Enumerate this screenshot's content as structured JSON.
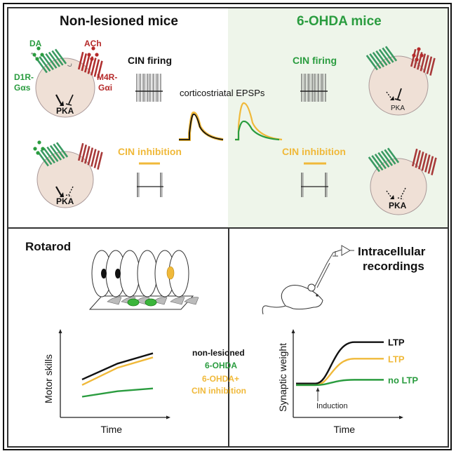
{
  "colors": {
    "black": "#111111",
    "green": "#2a9c3f",
    "receptor_green": "#3a9a62",
    "red": "#b52a2a",
    "yellow": "#f0b93a",
    "cell_fill": "#efe0d6",
    "lesion_bg": "#eef5ea"
  },
  "top_left": {
    "title": "Non-lesioned mice",
    "da_label": "DA",
    "ach_label": "ACh",
    "d1r_line1": "D1R-",
    "d1r_line2": "Gαs",
    "m4r_line1": "M4R-",
    "m4r_line2": "Gαi",
    "pka_top": "PKA",
    "pka_bottom": "PKA",
    "cin_firing": "CIN firing",
    "cin_inhibition": "CIN inhibition"
  },
  "center": {
    "epsp_label": "corticostriatal EPSPs"
  },
  "top_right": {
    "title": "6-OHDA mice",
    "cin_firing": "CIN firing",
    "cin_inhibition": "CIN inhibition",
    "pka_top": "PKA",
    "pka_bottom": "PKA"
  },
  "bottom_left": {
    "title": "Rotarod",
    "legend": [
      "non-lesioned",
      "6-OHDA",
      "6-OHDA+",
      "CIN inhibition"
    ]
  },
  "bottom_right": {
    "title_line1": "Intracellular",
    "title_line2": "recordings",
    "induction_label": "Induction"
  },
  "chart_data": [
    {
      "type": "line",
      "title": "Rotarod",
      "xlabel": "Time",
      "ylabel": "Motor skills",
      "grid": false,
      "legend_position": "right",
      "x": [
        0,
        0.5,
        1
      ],
      "series": [
        {
          "name": "non-lesioned",
          "color": "#111111",
          "values": [
            0.55,
            0.78,
            0.93
          ]
        },
        {
          "name": "6-OHDA",
          "color": "#2a9c3f",
          "values": [
            0.3,
            0.38,
            0.42
          ]
        },
        {
          "name": "6-OHDA+ CIN inhibition",
          "color": "#f0b93a",
          "values": [
            0.47,
            0.72,
            0.87
          ]
        }
      ],
      "xlim": [
        0,
        1
      ],
      "ylim": [
        0,
        1.2
      ]
    },
    {
      "type": "line",
      "title": "Intracellular recordings",
      "xlabel": "Time",
      "ylabel": "Synaptic weight",
      "grid": false,
      "annotations": [
        "Induction"
      ],
      "series": [
        {
          "name": "LTP",
          "label": "LTP",
          "color": "#111111",
          "baseline": 0.45,
          "plateau": 1.0
        },
        {
          "name": "LTP (6-OHDA+ CIN inhibition)",
          "label": "LTP",
          "color": "#f0b93a",
          "baseline": 0.43,
          "plateau": 0.78
        },
        {
          "name": "no LTP",
          "label": "no LTP",
          "color": "#2a9c3f",
          "baseline": 0.43,
          "plateau": 0.5
        }
      ],
      "xlim": [
        0,
        1
      ],
      "ylim": [
        0,
        1.1
      ]
    }
  ]
}
